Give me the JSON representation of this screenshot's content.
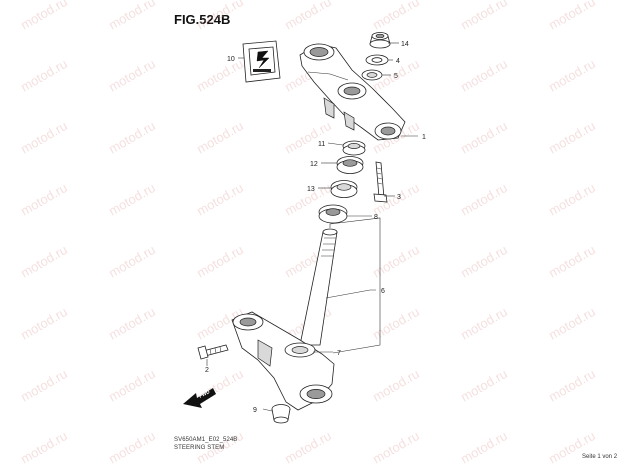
{
  "figure": {
    "title": "FIG.524B",
    "model_code": "SV650AM1_E02_524B",
    "name": "STEERING STEM",
    "page_count": "Seite 1 von 2"
  },
  "watermark": {
    "text": "motod.ru",
    "color": "#e4a7a7"
  },
  "callouts": [
    "1",
    "2",
    "3",
    "4",
    "5",
    "6",
    "7",
    "8",
    "9",
    "10",
    "11",
    "12",
    "13",
    "14"
  ],
  "fwd_label": "FWD",
  "icons": [
    "suzuki-logo-decal",
    "fwd-arrow"
  ]
}
